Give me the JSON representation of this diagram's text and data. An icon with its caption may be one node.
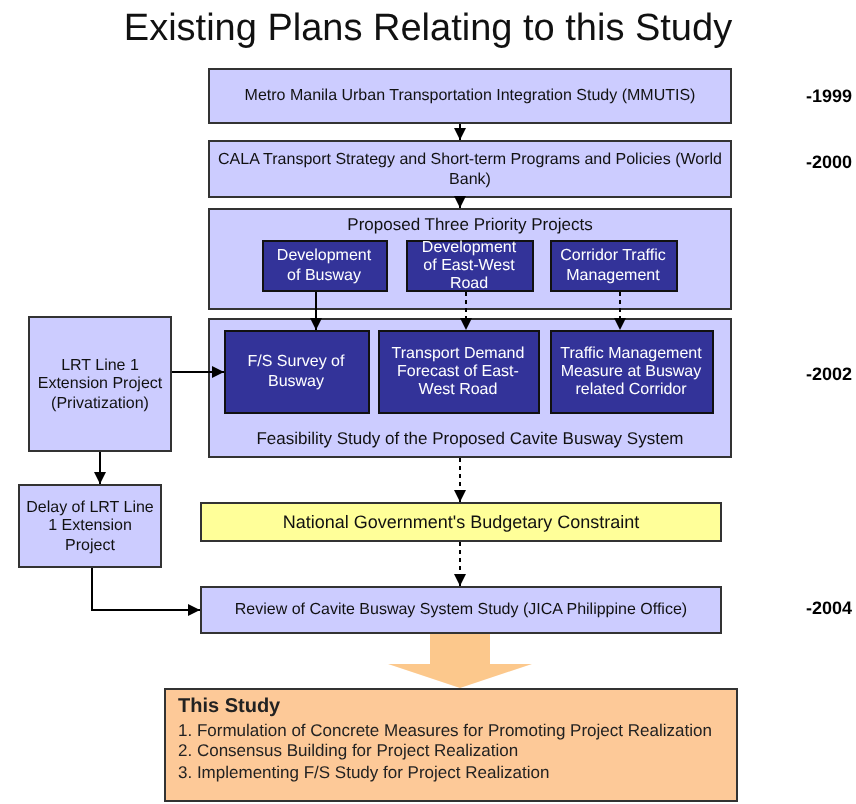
{
  "diagram": {
    "title": "Existing Plans Relating to this Study",
    "nodes": [
      {
        "text": [
          "Metro Manila Urban Transportation Integration Study (MMUTIS)"
        ]
      },
      {
        "text": [
          "CALA Transport Strategy and Short-term Programs and Policies (World Bank)"
        ]
      },
      {
        "text": [
          "Proposed Three Priority Projects"
        ]
      },
      {
        "text": [
          "Development of Busway"
        ],
        "in": 2
      },
      {
        "text": [
          "Development of East-West Road"
        ],
        "in": 2
      },
      {
        "text": [
          "Corridor Traffic Management"
        ],
        "in": 2
      },
      {
        "text": [
          "LRT Line 1 Extension Project (Privatization)"
        ]
      },
      {
        "text": [
          "Feasibility Study of the Proposed Cavite Busway System"
        ]
      },
      {
        "text": [
          "F/S Survey of Busway"
        ],
        "in": 7
      },
      {
        "text": [
          "Transport Demand Forecast of East-West Road"
        ],
        "in": 7
      },
      {
        "text": [
          "Traffic Management Measure at Busway related Corridor"
        ],
        "in": 7
      },
      {
        "text": [
          "Delay of LRT Line 1 Extension Project"
        ]
      },
      {
        "text": [
          "National Government's Budgetary Constraint"
        ]
      },
      {
        "text": [
          "Review of Cavite Busway System Study (JICA Philippine Office)"
        ]
      },
      {
        "text": [
          "This Study",
          "1. Formulation of Concrete Measures for Promoting Project Realization",
          "2. Consensus Building for Project Realization",
          "3. Implementing F/S Study for Project Realization"
        ]
      }
    ],
    "edges": [
      {
        "from": 0,
        "to": 1,
        "arrow": "to"
      },
      {
        "from": 1,
        "to": 2,
        "arrow": "to"
      },
      {
        "from": 3,
        "to": 8,
        "arrow": "to"
      },
      {
        "from": 4,
        "to": 9,
        "arrow": "to",
        "style": "dashed"
      },
      {
        "from": 5,
        "to": 10,
        "arrow": "to",
        "style": "dashed"
      },
      {
        "from": 6,
        "to": 8,
        "arrow": "to"
      },
      {
        "from": 6,
        "to": 11,
        "arrow": "to"
      },
      {
        "from": 7,
        "to": 12,
        "arrow": "to",
        "style": "dashed"
      },
      {
        "from": 12,
        "to": 13,
        "arrow": "to",
        "style": "dashed"
      },
      {
        "from": 11,
        "to": 13,
        "arrow": "to"
      },
      {
        "from": 13,
        "to": 14,
        "arrow": "to",
        "style": "thick",
        "color": "#fcc88c"
      }
    ],
    "labels": [
      "-1999",
      "-2000",
      "-2002",
      "-2004"
    ]
  }
}
